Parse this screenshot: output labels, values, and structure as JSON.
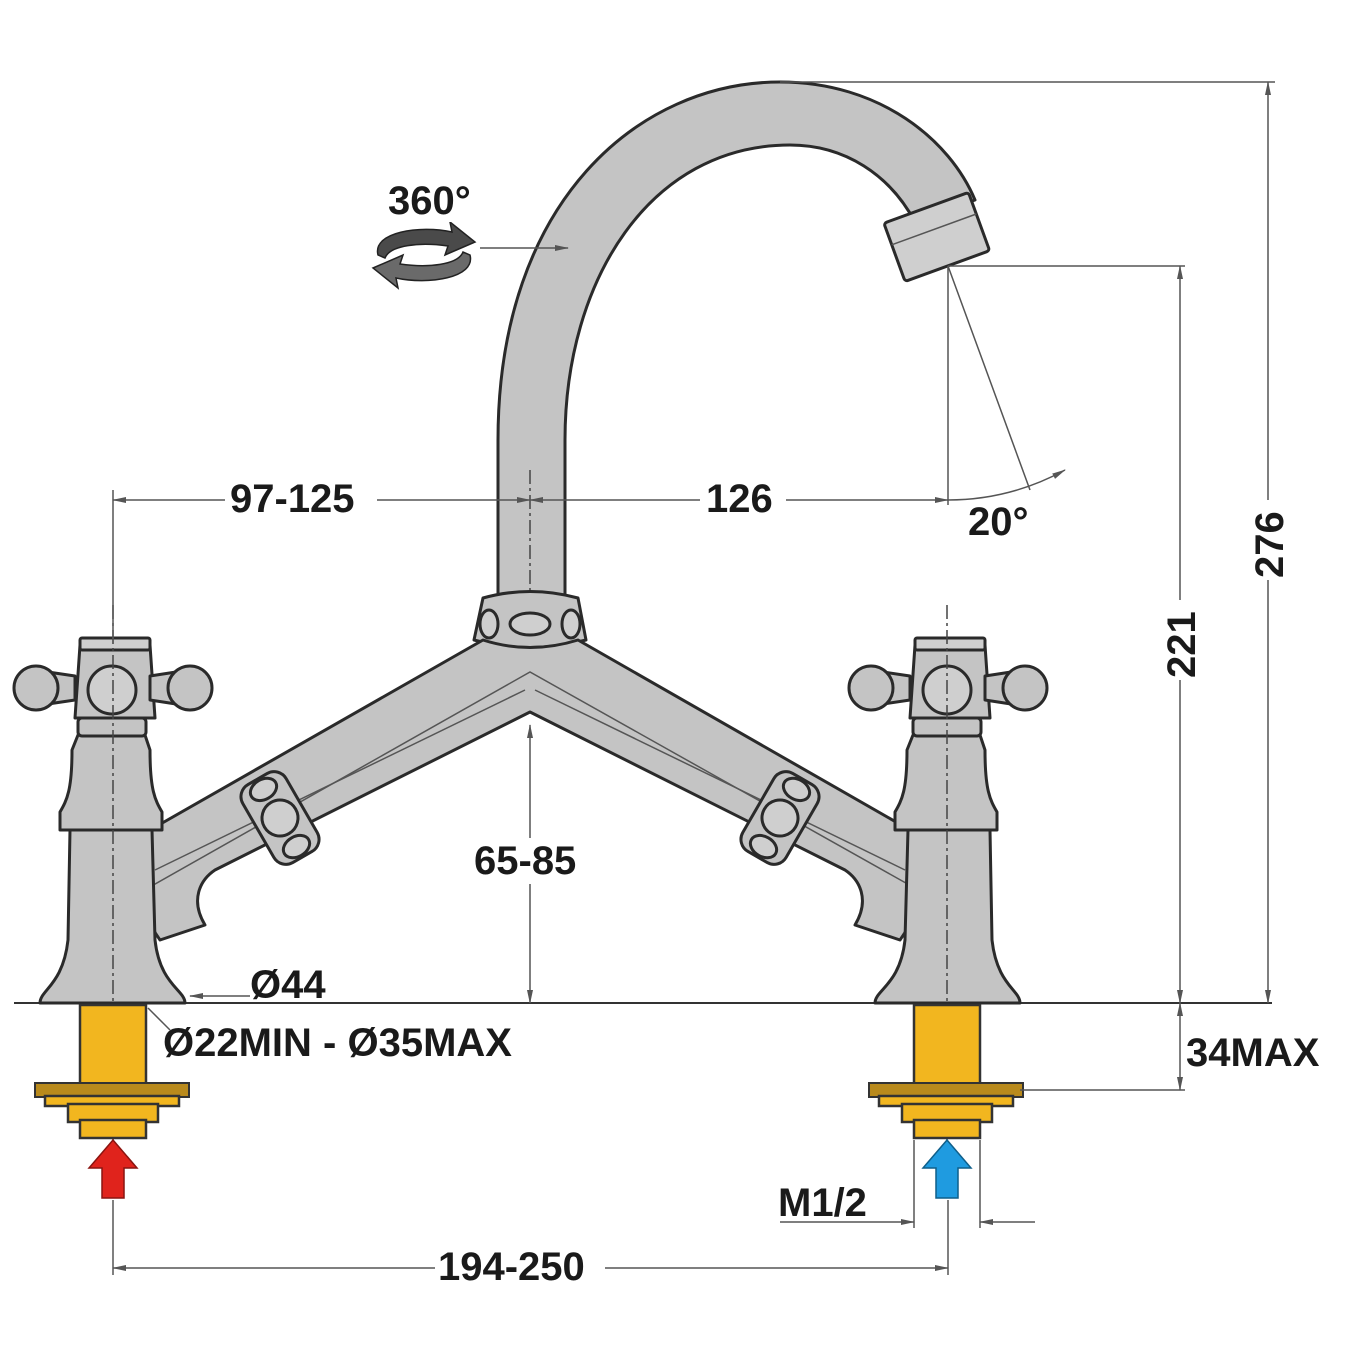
{
  "diagram": {
    "labels": {
      "rotation": "360°",
      "spout_angle": "20°",
      "left_span": "97-125",
      "right_span": "126",
      "bridge_height": "65-85",
      "total_height": "276",
      "outlet_height": "221",
      "base_diameter": "Ø44",
      "hole_diameter": "Ø22MIN - Ø35MAX",
      "deck_thickness": "34MAX",
      "thread": "M1/2",
      "centres": "194-250"
    },
    "inlets": {
      "hot_color": "#e0231c",
      "cold_color": "#1f9be0"
    },
    "colors": {
      "body": "#c4c4c4",
      "brass": "#f2b61f"
    }
  }
}
